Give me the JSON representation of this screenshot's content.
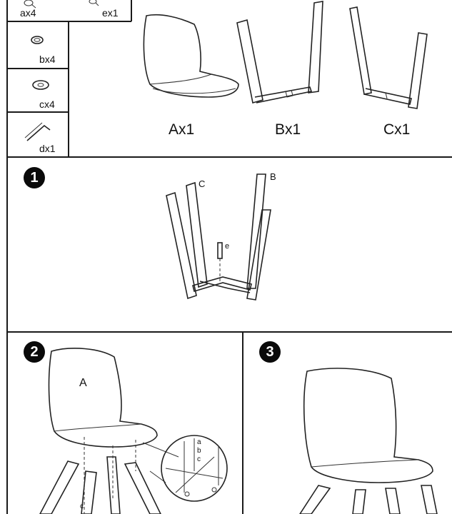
{
  "parts": {
    "ax": "ax4",
    "ex": "ex1",
    "bx": "bx4",
    "cx": "cx4",
    "dx": "dx1"
  },
  "components": {
    "a": "Ax1",
    "b": "Bx1",
    "c": "Cx1"
  },
  "step1": {
    "number": "1",
    "label_c": "C",
    "label_b": "B",
    "label_e": "e"
  },
  "step2": {
    "number": "2",
    "label_a": "A",
    "detail_labels": [
      "a",
      "b",
      "c",
      "c"
    ]
  },
  "step3": {
    "number": "3"
  }
}
